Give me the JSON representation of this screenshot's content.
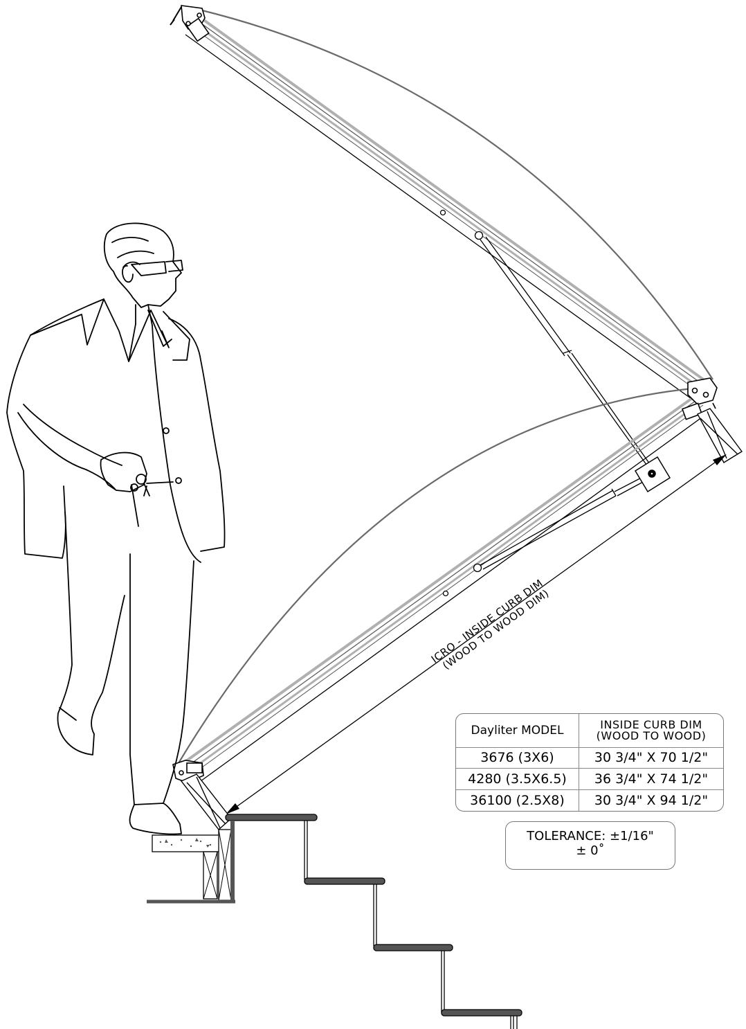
{
  "dimension_label": {
    "line1": "ICRO - INSIDE CURB DIM",
    "line2": "(WOOD TO WOOD DIM)"
  },
  "table": {
    "col1_header": "Dayliter MODEL",
    "col2_header_line1": "INSIDE CURB DIM",
    "col2_header_line2": "(WOOD TO WOOD)",
    "rows": [
      {
        "model": "3676 (3X6)",
        "dim": "30 3/4\" X 70 1/2\""
      },
      {
        "model": "4280 (3.5X6.5)",
        "dim": "36 3/4\" X 74 1/2\""
      },
      {
        "model": "36100 (2.5X8)",
        "dim": "30 3/4\" X 94 1/2\""
      }
    ]
  },
  "tolerance": {
    "line1": "TOLERANCE: ±1/16\"",
    "line2": "± 0˚"
  },
  "colors": {
    "ink": "#000000",
    "dome": "#666666",
    "glazing": "#aaaaaa",
    "stair": "#555555"
  }
}
